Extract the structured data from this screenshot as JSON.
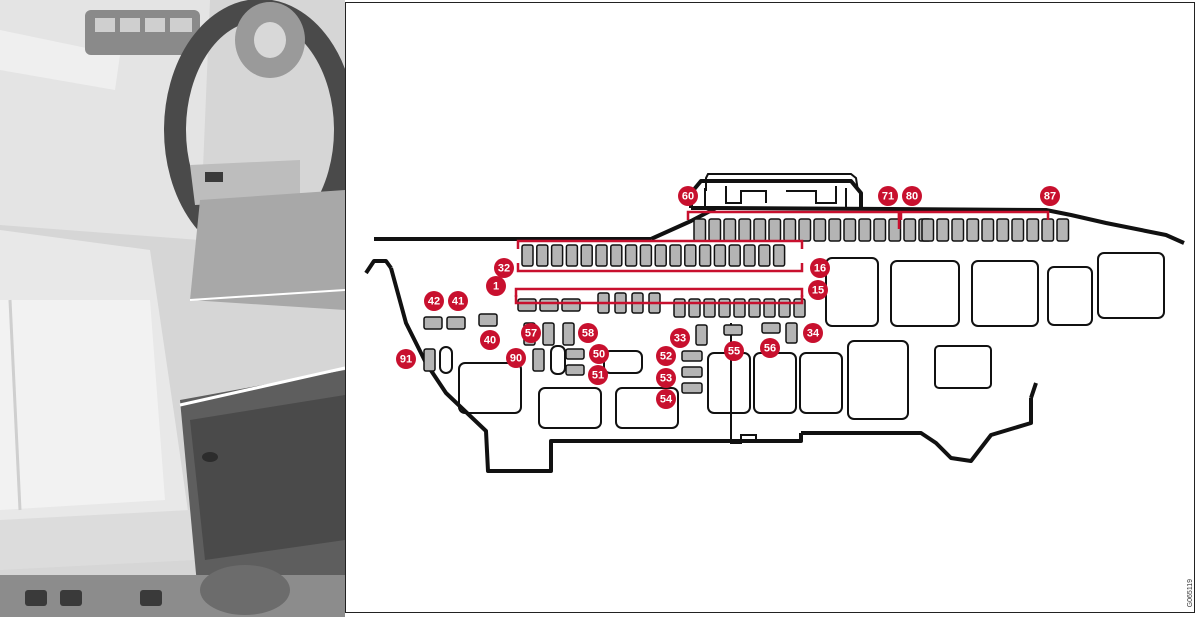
{
  "image_code": "G065119",
  "colors": {
    "callout": "#c8102e",
    "fuse": "#b4b4b4",
    "outline": "#111111",
    "photo_base": "#c9c9c9"
  },
  "callouts": [
    "60",
    "71",
    "80",
    "87",
    "32",
    "16",
    "1",
    "15",
    "42",
    "41",
    "40",
    "57",
    "58",
    "33",
    "34",
    "91",
    "90",
    "50",
    "55",
    "56",
    "52",
    "51",
    "53",
    "54"
  ]
}
